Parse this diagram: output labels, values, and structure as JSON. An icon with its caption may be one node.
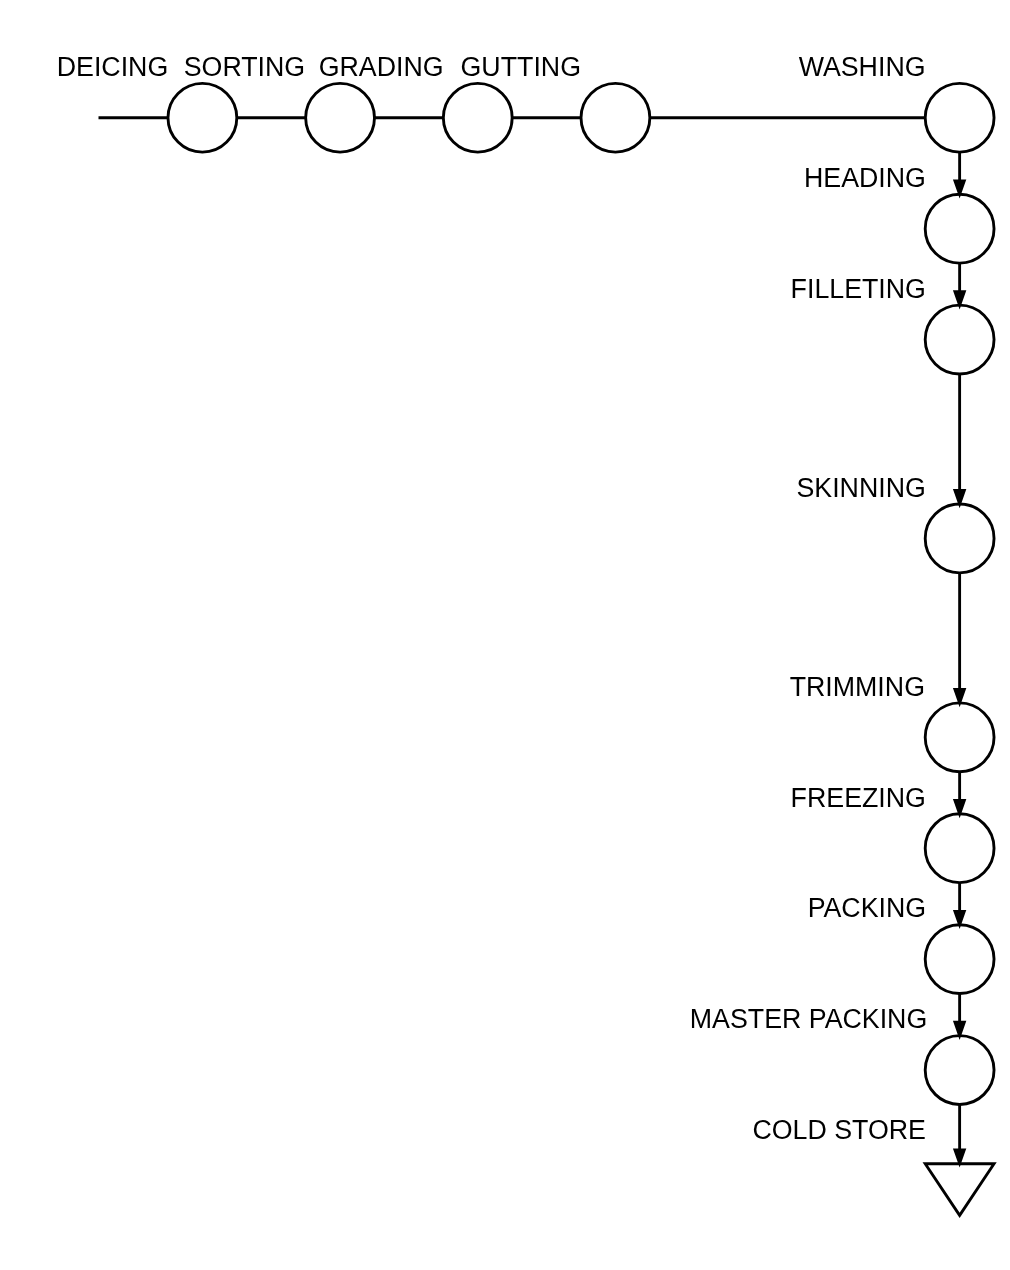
{
  "diagram": {
    "nodes": [
      {
        "text": [],
        "shape": "circle",
        "beside": [
          "DEICING"
        ]
      },
      {
        "text": [],
        "shape": "circle",
        "beside": [
          "SORTING"
        ]
      },
      {
        "text": [],
        "shape": "circle",
        "beside": [
          "GRADING"
        ]
      },
      {
        "text": [],
        "shape": "circle",
        "beside": [
          "GUTTING"
        ]
      },
      {
        "text": [],
        "shape": "circle",
        "beside": [
          "WASHING"
        ]
      },
      {
        "text": [],
        "shape": "circle",
        "beside": [
          "HEADING"
        ]
      },
      {
        "text": [],
        "shape": "circle",
        "beside": [
          "FILLETING"
        ]
      },
      {
        "text": [],
        "shape": "circle",
        "beside": [
          "SKINNING"
        ]
      },
      {
        "text": [],
        "shape": "circle",
        "beside": [
          "TRIMMING"
        ]
      },
      {
        "text": [],
        "shape": "circle",
        "beside": [
          "FREEZING"
        ]
      },
      {
        "text": [],
        "shape": "circle",
        "beside": [
          "PACKING"
        ]
      },
      {
        "text": [],
        "shape": "circle",
        "beside": [
          "MASTER PACKING"
        ]
      },
      {
        "text": [],
        "shape": "triangle",
        "beside": [
          "COLD STORE"
        ]
      }
    ],
    "edges": [
      {
        "from": null,
        "to": 0,
        "arrow": "none"
      },
      {
        "from": 0,
        "to": 1,
        "arrow": "none"
      },
      {
        "from": 1,
        "to": 2,
        "arrow": "none"
      },
      {
        "from": 2,
        "to": 3,
        "arrow": "none"
      },
      {
        "from": 3,
        "to": 4,
        "arrow": "none"
      },
      {
        "from": 4,
        "to": 5,
        "arrow": "to"
      },
      {
        "from": 5,
        "to": 6,
        "arrow": "to"
      },
      {
        "from": 6,
        "to": 7,
        "arrow": "to"
      },
      {
        "from": 7,
        "to": 8,
        "arrow": "to"
      },
      {
        "from": 8,
        "to": 9,
        "arrow": "to"
      },
      {
        "from": 9,
        "to": 10,
        "arrow": "to"
      },
      {
        "from": 10,
        "to": 11,
        "arrow": "to"
      },
      {
        "from": 11,
        "to": 12,
        "arrow": "to"
      }
    ]
  }
}
